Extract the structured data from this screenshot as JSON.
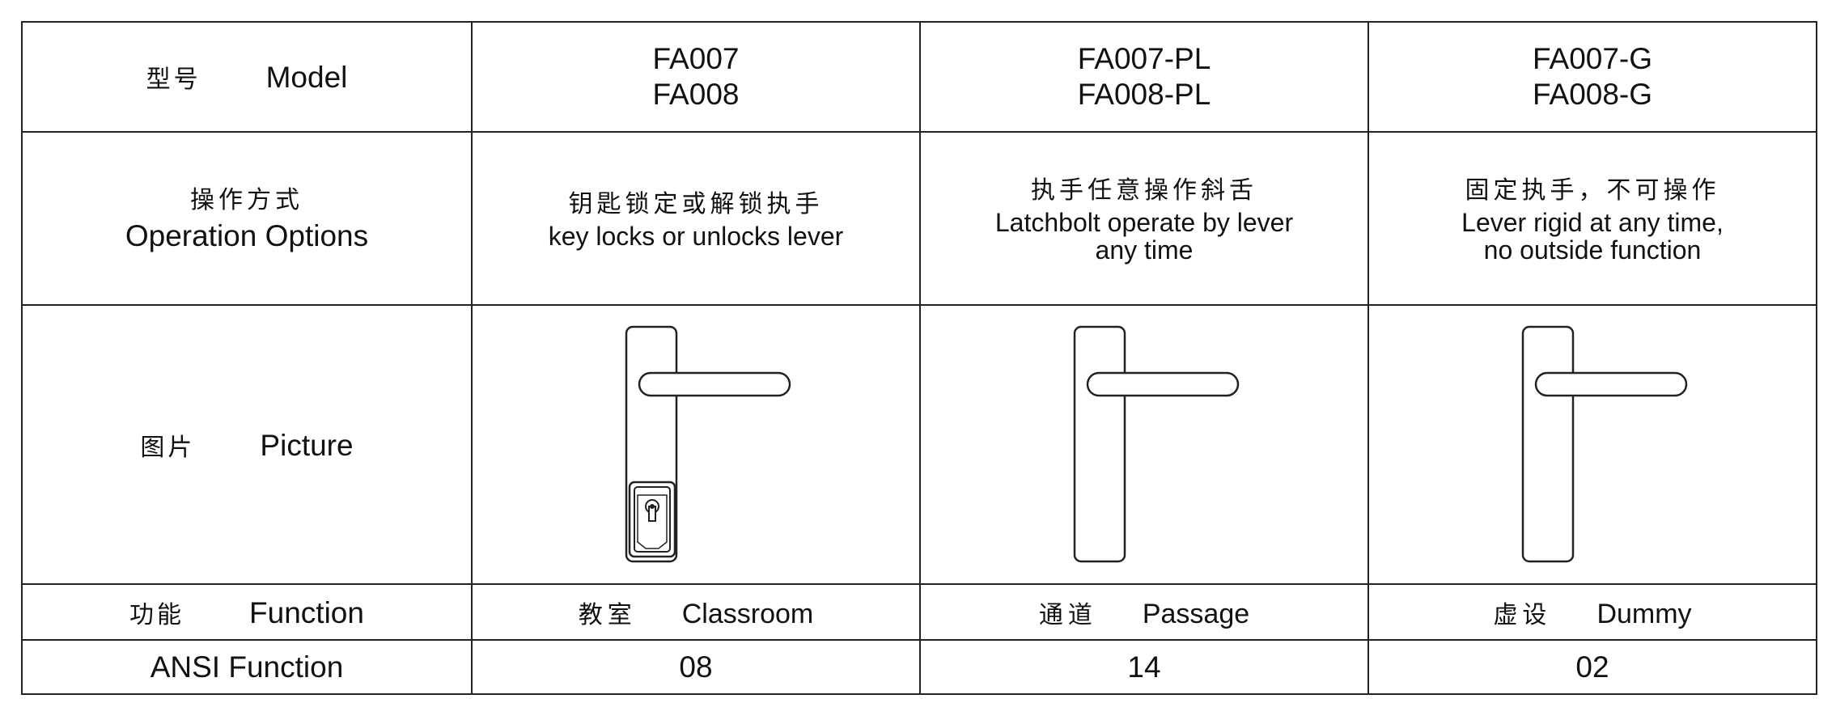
{
  "table": {
    "rows": {
      "model": {
        "header_cn": "型号",
        "header_en": "Model",
        "cells": [
          {
            "line1": "FA007",
            "line2": "FA008"
          },
          {
            "line1": "FA007-PL",
            "line2": "FA008-PL"
          },
          {
            "line1": "FA007-G",
            "line2": "FA008-G"
          }
        ]
      },
      "operation": {
        "header_cn": "操作方式",
        "header_en": "Operation Options",
        "cells": [
          {
            "cn": "钥匙锁定或解锁执手",
            "en1": "key locks or unlocks lever",
            "en2": ""
          },
          {
            "cn": "执手任意操作斜舌",
            "en1": "Latchbolt operate by lever",
            "en2": "any time"
          },
          {
            "cn": "固定执手，不可操作",
            "en1": "Lever rigid at any time,",
            "en2": "no outside function"
          }
        ]
      },
      "picture": {
        "header_cn": "图片",
        "header_en": "Picture",
        "cells": [
          {
            "icon": "lever-handle-with-key-cylinder-icon"
          },
          {
            "icon": "lever-handle-icon"
          },
          {
            "icon": "lever-handle-icon"
          }
        ]
      },
      "function": {
        "header_cn": "功能",
        "header_en": "Function",
        "cells": [
          {
            "cn": "教室",
            "en": "Classroom"
          },
          {
            "cn": "通道",
            "en": "Passage"
          },
          {
            "cn": "虚设",
            "en": "Dummy"
          }
        ]
      },
      "ansi": {
        "header": "ANSI Function",
        "cells": [
          "08",
          "14",
          "02"
        ]
      }
    }
  }
}
